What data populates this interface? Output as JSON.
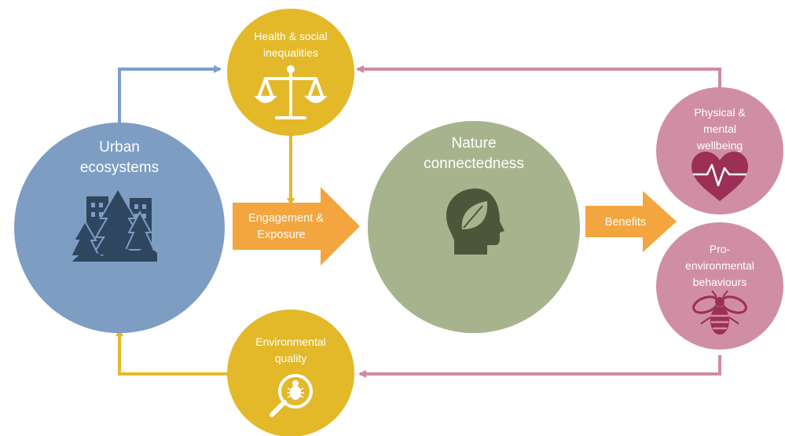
{
  "colors": {
    "blue": "#7d9dc3",
    "blue_dark": "#2f4660",
    "yellow": "#e3b92a",
    "green": "#a7b38d",
    "green_dark": "#4a573a",
    "pink": "#d08ea4",
    "pink_dark": "#9b2f55",
    "orange": "#f3a53f",
    "pink_arrow": "#cf8aa1",
    "blue_arrow": "#7c9fcd"
  },
  "nodes": {
    "urban": {
      "line1": "Urban",
      "line2": "ecosystems",
      "icon": "city-trees-icon"
    },
    "health": {
      "line1": "Health & social",
      "line2": "inequalities",
      "icon": "scales-icon"
    },
    "nature": {
      "line1": "Nature",
      "line2": "connectedness",
      "icon": "head-leaf-icon"
    },
    "environmental": {
      "line1": "Environmental",
      "line2": "quality",
      "icon": "magnifier-bug-icon"
    },
    "physical": {
      "line1": "Physical &",
      "line2": "mental",
      "line3": "wellbeing",
      "icon": "heart-pulse-icon"
    },
    "pro": {
      "line1": "Pro-",
      "line2": "environmental",
      "line3": "behaviours",
      "icon": "bee-icon"
    }
  },
  "arrows": {
    "engagement": {
      "line1": "Engagement &",
      "line2": "Exposure"
    },
    "benefits": {
      "label": "Benefits"
    }
  }
}
